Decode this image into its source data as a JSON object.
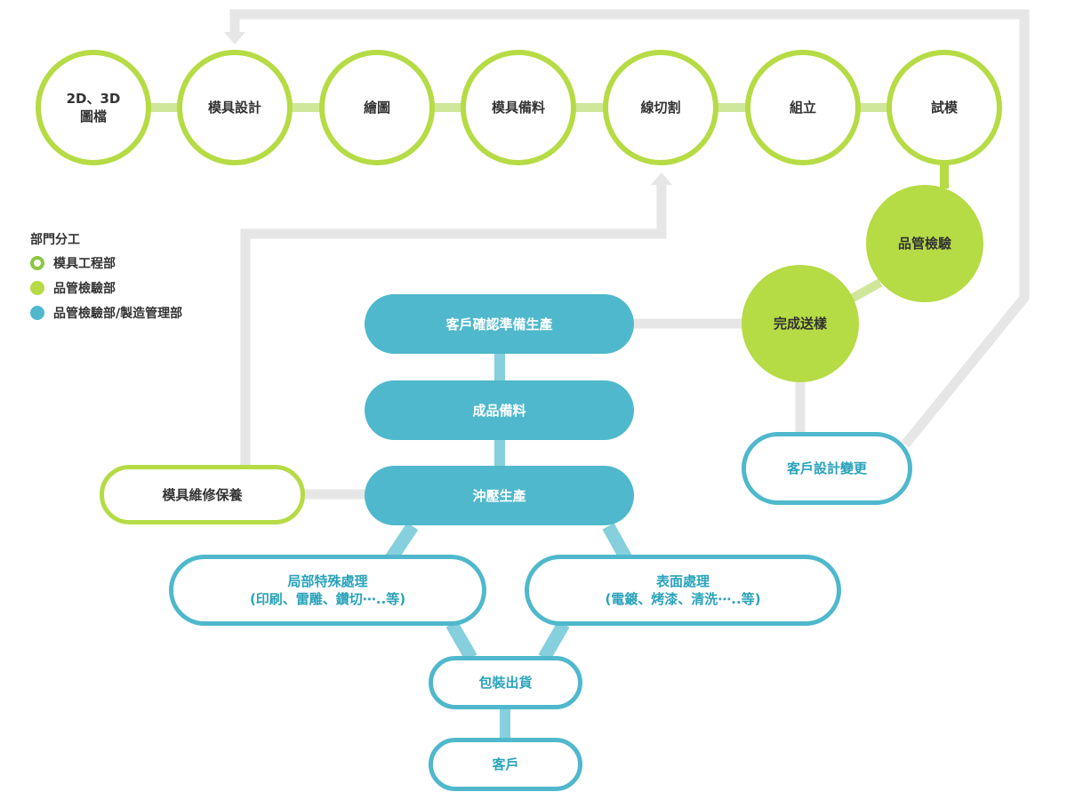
{
  "colors": {
    "green": "#b5db45",
    "teal": "#4fb8cc",
    "connector_green": "#cfe79a",
    "connector_teal": "#86cfdc",
    "gray": "#e6e6e6"
  },
  "top_row": [
    {
      "line1": "2D、3D",
      "line2": "圖檔"
    },
    {
      "label": "模具設計"
    },
    {
      "label": "繪圖"
    },
    {
      "label": "模具備料"
    },
    {
      "label": "線切割"
    },
    {
      "label": "組立"
    },
    {
      "label": "試模"
    }
  ],
  "qc_inspection": "品管檢驗",
  "sample_delivery": "完成送樣",
  "customer_change": "客戶設計變更",
  "mold_maintenance": "模具維修保養",
  "production_flow": {
    "confirm": "客戶確認準備生產",
    "materials": "成品備料",
    "stamping": "沖壓生產",
    "local_treatment": {
      "line1": "局部特殊處理",
      "line2": "(印刷、雷雕、鑽切⋯..等)"
    },
    "surface_treatment": {
      "line1": "表面處理",
      "line2": "(電鍍、烤漆、清洗⋯..等)"
    },
    "packing": "包裝出貨",
    "customer": "客戶"
  },
  "legend": {
    "title": "部門分工",
    "items": [
      {
        "label": "模具工程部",
        "icon": "outline-green-dot"
      },
      {
        "label": "品管檢驗部",
        "icon": "filled-green-dot"
      },
      {
        "label": "品管檢驗部/製造管理部",
        "icon": "filled-teal-dot"
      }
    ]
  }
}
